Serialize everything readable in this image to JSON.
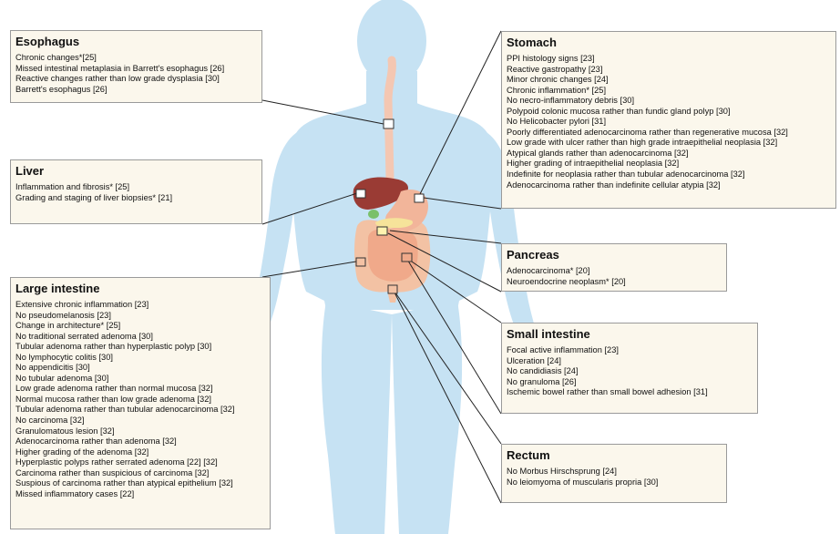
{
  "colors": {
    "body_fill": "#c6e2f3",
    "box_fill": "#fbf7ec",
    "box_border": "#9a9a9a",
    "leader_line": "#222222",
    "liver": "#9a3b34",
    "stomach": "#f2b59a",
    "small_intestine": "#f0a98a",
    "large_intestine": "#f3c2a4",
    "pancreas": "#f6e39a",
    "gallbladder": "#7ac06a",
    "esophagus": "#f4c7b2"
  },
  "esophagus": {
    "title": "Esophagus",
    "items": [
      "Chronic changes*[25]",
      "Missed intestinal metaplasia in Barrett's esophagus [26]",
      "Reactive changes rather than low grade dysplasia [30]",
      "Barrett's esophagus [26]"
    ]
  },
  "liver": {
    "title": "Liver",
    "items": [
      "Inflammation and fibrosis* [25]",
      "Grading and staging of liver biopsies* [21]"
    ]
  },
  "large_intestine": {
    "title": "Large intestine",
    "items": [
      "Extensive chronic inflammation [23]",
      "No pseudomelanosis [23]",
      "Change in architecture* [25]",
      "No traditional serrated adenoma [30]",
      "Tubular adenoma rather than hyperplastic polyp [30]",
      "No lymphocytic colitis [30]",
      "No appendicitis [30]",
      "No tubular adenoma [30]",
      "Low grade adenoma rather than normal mucosa [32]",
      "Normal mucosa rather than low grade adenoma [32]",
      "Tubular adenoma rather than tubular adenocarcinoma [32]",
      "No carcinoma [32]",
      "Granulomatous lesion [32]",
      "Adenocarcinoma rather than adenoma [32]",
      "Higher grading of the adenoma [32]",
      "Hyperplastic polyps rather serrated adenoma [22] [32]",
      "Carcinoma rather than suspicious of carcinoma [32]",
      "Suspious of carcinoma rather than atypical epithelium [32]",
      "Missed inflammatory cases [22]"
    ]
  },
  "stomach": {
    "title": "Stomach",
    "items": [
      "PPI histology signs [23]",
      "Reactive gastropathy [23]",
      "Minor chronic changes [24]",
      "Chronic inflammation* [25]",
      "No necro-inflammatory debris [30]",
      "Polypoid colonic mucosa rather than fundic gland polyp [30]",
      "No Helicobacter pylori [31]",
      "Poorly differentiated adenocarcinoma rather than regenerative mucosa [32]",
      "Low grade with ulcer rather than high grade intraepithelial neoplasia [32]",
      "Atypical glands rather than adenocarcinoma [32]",
      "Higher grading of intraepithelial neoplasia [32]",
      "Indefinite for neoplasia rather than tubular adenocarcinoma [32]",
      "Adenocarcinoma rather than indefinite cellular atypia [32]"
    ]
  },
  "pancreas": {
    "title": "Pancreas",
    "items": [
      "Adenocarcinoma* [20]",
      "Neuroendocrine neoplasm* [20]"
    ]
  },
  "small_intestine": {
    "title": "Small intestine",
    "items": [
      "Focal active inflammation [23]",
      "Ulceration [24]",
      "No candidiasis [24]",
      "No granuloma [26]",
      "Ischemic bowel rather than small bowel adhesion [31]"
    ]
  },
  "rectum": {
    "title": "Rectum",
    "items": [
      "No Morbus Hirschsprung [24]",
      "No leiomyoma of muscularis propria [30]"
    ]
  }
}
